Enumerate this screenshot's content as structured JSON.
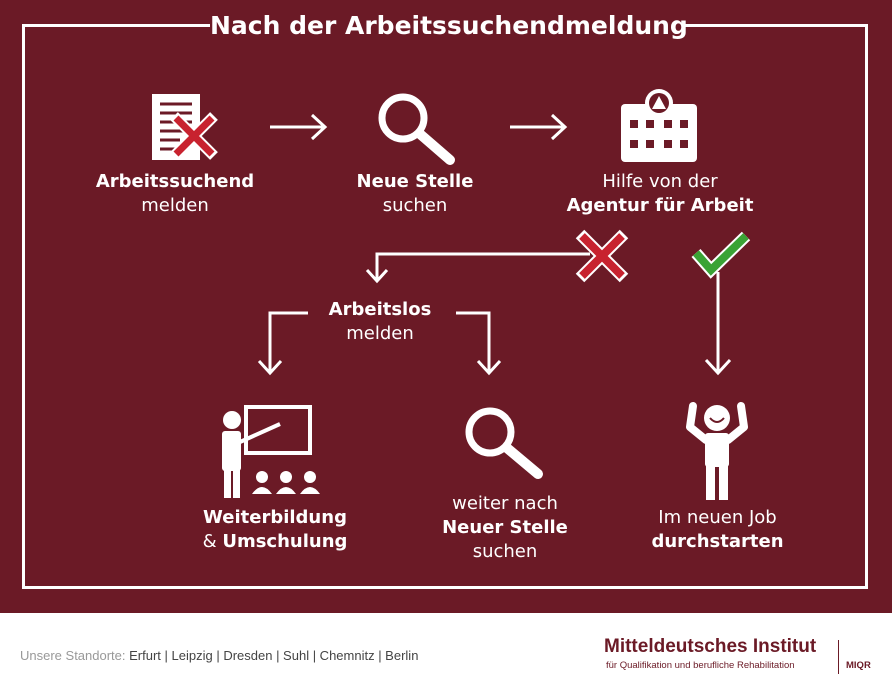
{
  "title": "Nach der Arbeitssuchendmeldung",
  "nodes": {
    "register": {
      "line1": "Arbeitssuchend",
      "line2": "melden",
      "icon": "document-x-icon"
    },
    "search": {
      "line1": "Neue Stelle",
      "line2": "suchen",
      "icon": "magnifier-icon"
    },
    "agency": {
      "line1": "Hilfe von der",
      "line2": "Agentur für Arbeit",
      "icon": "agency-building-icon"
    },
    "unemployed": {
      "line1": "Arbeitslos",
      "line2": "melden"
    },
    "training": {
      "line1": "Weiterbildung",
      "line2_prefix": "& ",
      "line2": "Umschulung",
      "icon": "teacher-class-icon"
    },
    "search_again": {
      "line1": "weiter nach",
      "line2": "Neuer Stelle",
      "line3": "suchen",
      "icon": "magnifier-icon"
    },
    "new_job": {
      "line1": "Im neuen Job",
      "line2": "durchstarten",
      "icon": "cheering-person-icon"
    }
  },
  "decisions": {
    "fail_icon": "red-x-icon",
    "success_icon": "green-check-icon"
  },
  "colors": {
    "background": "#6b1a26",
    "foreground": "#ffffff",
    "fail": "#c8222f",
    "success": "#3aa335"
  },
  "footer": {
    "locations_label": "Unsere Standorte:",
    "locations": "Erfurt | Leipzig | Dresden | Suhl | Chemnitz | Berlin",
    "brand_name": "Mitteldeutsches Institut",
    "brand_sub": "für Qualifikation und berufliche Rehabilitation",
    "brand_abbr": "MIQR"
  }
}
